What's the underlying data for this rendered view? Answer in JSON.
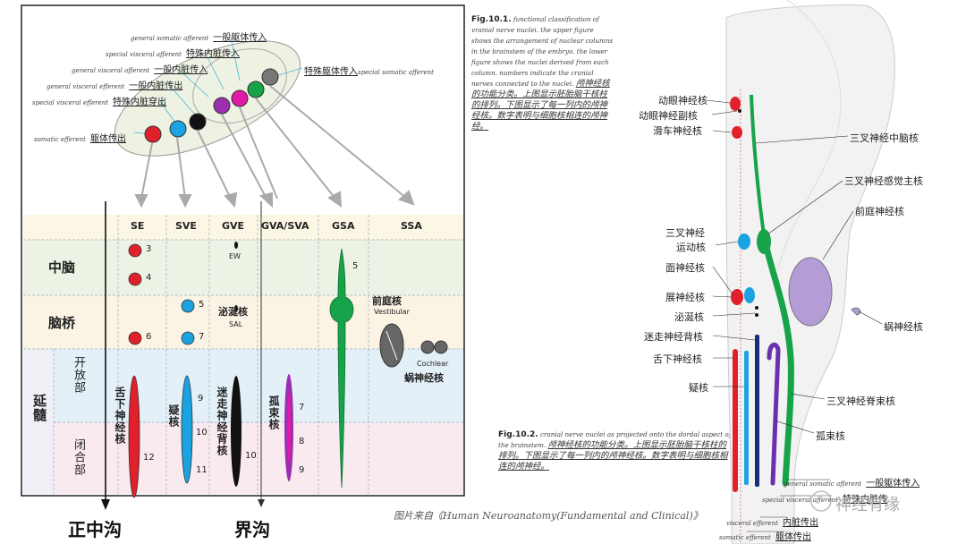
{
  "top_labels": [
    {
      "en": "general somatic afferent",
      "cn": "一般躯体传入"
    },
    {
      "en": "special visceral afferent",
      "cn": "特殊内脏传入"
    },
    {
      "en": "general visceral afferent",
      "cn": "一般内脏传入"
    },
    {
      "en": "general visceral efferent",
      "cn": "一般内脏传出"
    },
    {
      "en": "special visceral efferent",
      "cn": "特殊内脏穿出"
    },
    {
      "en": "somatic efferent",
      "cn": "躯体传出"
    }
  ],
  "top_right_label": {
    "cn": "特殊躯体传入",
    "en": "special somatic afferent"
  },
  "columns": [
    "SE",
    "SVE",
    "GVE",
    "GVA/SVA",
    "GSA",
    "SSA"
  ],
  "rows": {
    "midbrain": "中脑",
    "pons": "脑桥",
    "medulla": "延髓",
    "open": "开放部",
    "closed": "闭合部"
  },
  "nuclei": {
    "n3": "3",
    "n4": "4",
    "n6": "6",
    "n12": "12",
    "n5a": "5",
    "n7": "7",
    "n9": "9",
    "n10": "10",
    "n11": "11",
    "ew": "EW",
    "sal": "SAL",
    "sal_cn": "泌涎核",
    "n10b": "10",
    "gva7": "7",
    "gva8": "8",
    "gva9": "9",
    "gsa5": "5",
    "vest_cn": "前庭核",
    "vest_en": "Vestibular",
    "coch_en": "Cochlear",
    "coch_cn": "蜗神经核",
    "se_vert": "舌下神经核",
    "sve_vert": "疑核",
    "gve_vert": "迷走神经背核",
    "gva_vert": "孤束核"
  },
  "bottom": {
    "midline": "正中沟",
    "limiting": "界沟"
  },
  "fig1": {
    "title": "Fig.10.1.",
    "en": "functional classification of vranial nerve nuclei. the upper figure shows the arrangement of nuclear columns in the brainstem of the embryo. the lower figure shows the nuclei derived from each column. numbers indicate the cranial nerves connected to the nuclei.",
    "cn": "颅神经核的功能分类。上图显示胚胎脑干核柱的排列。下图显示了每一列内的颅神经核。数字表明与细胞核相连的颅神经。"
  },
  "fig2": {
    "title": "Fig.10.2.",
    "en": "cranial nerve nuclei as projected onto the dordal aspect of the brainstem.",
    "cn": "颅神经核的功能分类。上图显示胚胎脑干核柱的排列。下图显示了每一列内的颅神经核。数字表明与细胞核相连的颅神经。"
  },
  "right_left_labels": [
    "动眼神经核",
    "动眼神经副核",
    "滑车神经核",
    "三叉神经",
    "运动核",
    "面神经核",
    "展神经核",
    "泌涎核",
    "迷走神经背核",
    "舌下神经核",
    "疑核"
  ],
  "right_right_labels": [
    "三叉神经中脑核",
    "三叉神经感觉主核",
    "前庭神经核",
    "蜗神经核",
    "三叉神经脊束核",
    "孤束核"
  ],
  "right_bottom_legend": [
    {
      "en": "general somatic afferent",
      "cn": "一般躯体传入"
    },
    {
      "en": "special visceral afferent",
      "cn": "特殊内脏传"
    },
    {
      "en": "visceral efferent",
      "cn": "内脏传出"
    },
    {
      "en": "somatic efferent",
      "cn": "躯体传出"
    }
  ],
  "credit": "图片来自《Human Neuroanatomy(Fundamental and Clinical)》",
  "watermark": "神经有缘",
  "colors": {
    "se": "#e0202a",
    "sve": "#1aa3e0",
    "gve": "#111111",
    "gvsa": "#9b2fb0",
    "gsa": "#17a34a",
    "ssa": "#666666",
    "panelBorder": "#222222"
  }
}
